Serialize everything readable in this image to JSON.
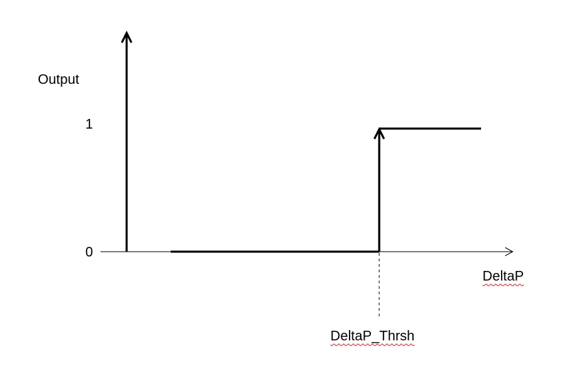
{
  "labels": {
    "y_axis": "Output",
    "y_tick_high": "1",
    "y_tick_low": "0",
    "x_axis": "DeltaP",
    "threshold": "DeltaP_Thrsh"
  },
  "style": {
    "line_color": "#000000",
    "spellcheck_underline_color": "#e02020"
  }
}
